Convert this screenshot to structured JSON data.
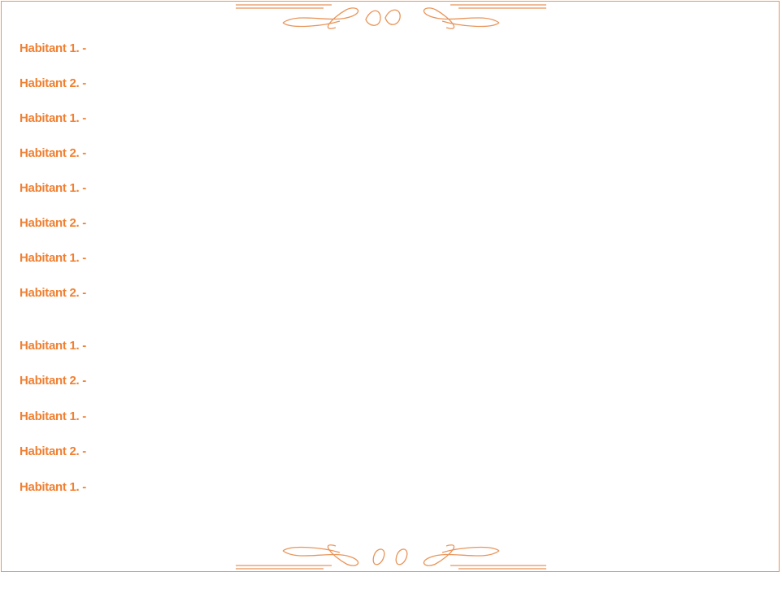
{
  "colors": {
    "accent": "#f08032",
    "border": "#e8955a"
  },
  "dialogue": [
    {
      "speaker": "Habitant 1. -"
    },
    {
      "speaker": "Habitant 2. -"
    },
    {
      "speaker": "Habitant 1. -"
    },
    {
      "speaker": "Habitant 2. -"
    },
    {
      "speaker": "Habitant 1. -"
    },
    {
      "speaker": "Habitant 2. -"
    },
    {
      "speaker": "Habitant 1. -"
    },
    {
      "speaker": "Habitant 2. -"
    },
    {
      "speaker": "Habitant 1. -"
    },
    {
      "speaker": "Habitant 2. -"
    },
    {
      "speaker": "Habitant 1. -"
    },
    {
      "speaker": "Habitant 2. -"
    },
    {
      "speaker": "Habitant 1. -"
    }
  ]
}
